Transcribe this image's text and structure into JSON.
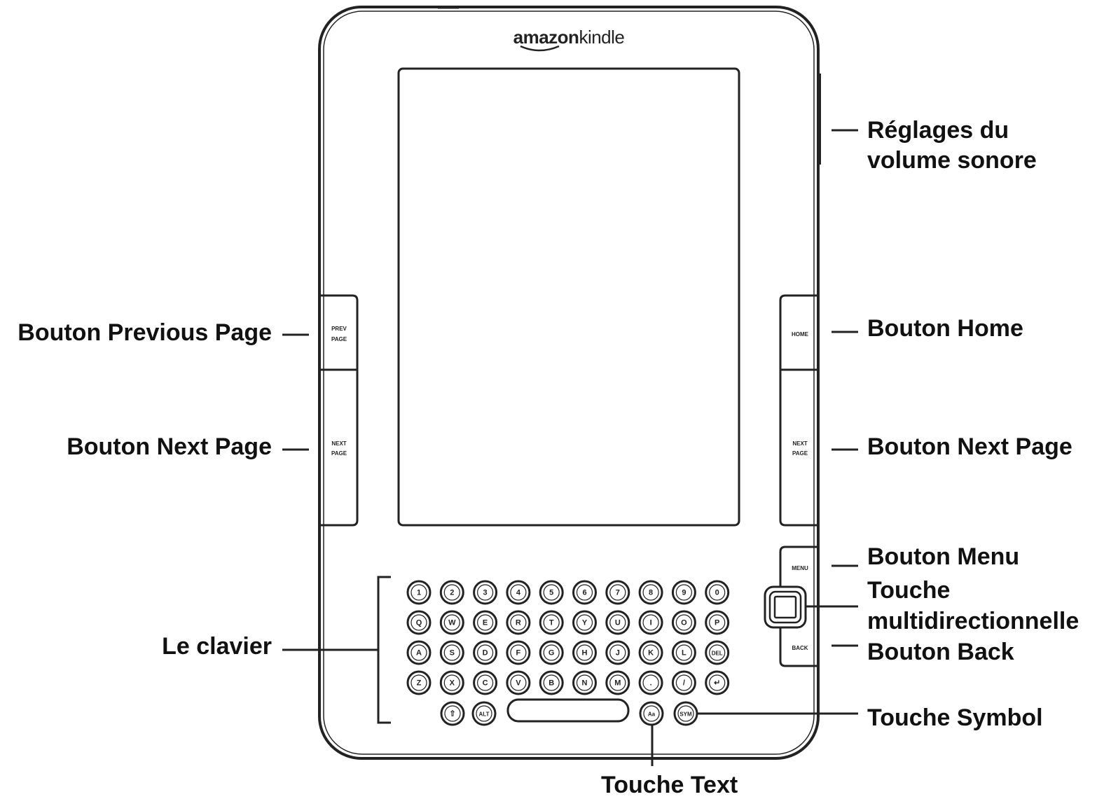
{
  "device": {
    "logo_amazon": "amazon",
    "logo_kindle": "kindle",
    "buttons": {
      "prev_page": [
        "PREV",
        "PAGE"
      ],
      "next_page_left": [
        "NEXT",
        "PAGE"
      ],
      "home": "HOME",
      "next_page_right": [
        "NEXT",
        "PAGE"
      ],
      "menu": "MENU",
      "back": "BACK"
    },
    "keyboard": {
      "rows": [
        [
          "1",
          "2",
          "3",
          "4",
          "5",
          "6",
          "7",
          "8",
          "9",
          "0"
        ],
        [
          "Q",
          "W",
          "E",
          "R",
          "T",
          "Y",
          "U",
          "I",
          "O",
          "P"
        ],
        [
          "A",
          "S",
          "D",
          "F",
          "G",
          "H",
          "J",
          "K",
          "L",
          "DEL"
        ],
        [
          "Z",
          "X",
          "C",
          "V",
          "B",
          "N",
          "M",
          ".",
          "/",
          "↵"
        ]
      ],
      "shift_key": "⇧",
      "alt_key": "ALT",
      "text_key": "Aa",
      "sym_key": "SYM"
    }
  },
  "labels": {
    "volume_line1": "Réglages du",
    "volume_line2": "volume sonore",
    "prev_page": "Bouton Previous Page",
    "next_page_left": "Bouton Next Page",
    "home": "Bouton Home",
    "next_page_right": "Bouton Next Page",
    "menu": "Bouton Menu",
    "fiveway_line1": "Touche",
    "fiveway_line2": "multidirectionnelle",
    "back": "Bouton Back",
    "keyboard": "Le clavier",
    "symbol": "Touche Symbol",
    "text": "Touche Text"
  },
  "colors": {
    "stroke": "#222222",
    "text": "#111111"
  }
}
